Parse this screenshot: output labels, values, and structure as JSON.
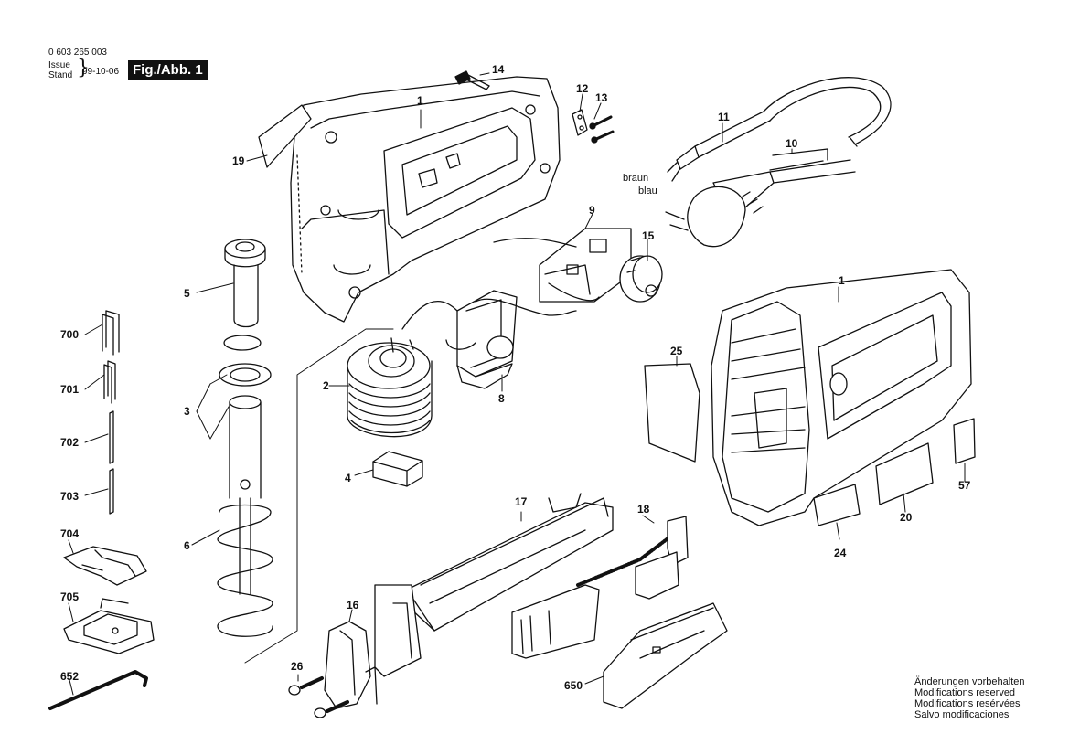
{
  "header": {
    "part_number": "0 603 265 003",
    "issue_label": "Issue",
    "stand_label": "Stand",
    "issue_date": "99-10-06",
    "figure_title": "Fig./Abb. 1"
  },
  "labels": {
    "p1a": "1",
    "p1b": "1",
    "p2": "2",
    "p3": "3",
    "p4": "4",
    "p5": "5",
    "p6": "6",
    "p8": "8",
    "p9": "9",
    "p10": "10",
    "p11": "11",
    "p12": "12",
    "p13": "13",
    "p14": "14",
    "p15": "15",
    "p16": "16",
    "p17": "17",
    "p18": "18",
    "p19": "19",
    "p20": "20",
    "p24": "24",
    "p25": "25",
    "p26": "26",
    "p57": "57",
    "p650": "650",
    "p652": "652",
    "p700": "700",
    "p701": "701",
    "p702": "702",
    "p703": "703",
    "p704": "704",
    "p705": "705"
  },
  "wire_labels": {
    "braun": "braun",
    "blau": "blau"
  },
  "notes": [
    "Änderungen vorbehalten",
    "Modifications reserved",
    "Modifications resérvées",
    "Salvo modificaciones"
  ]
}
